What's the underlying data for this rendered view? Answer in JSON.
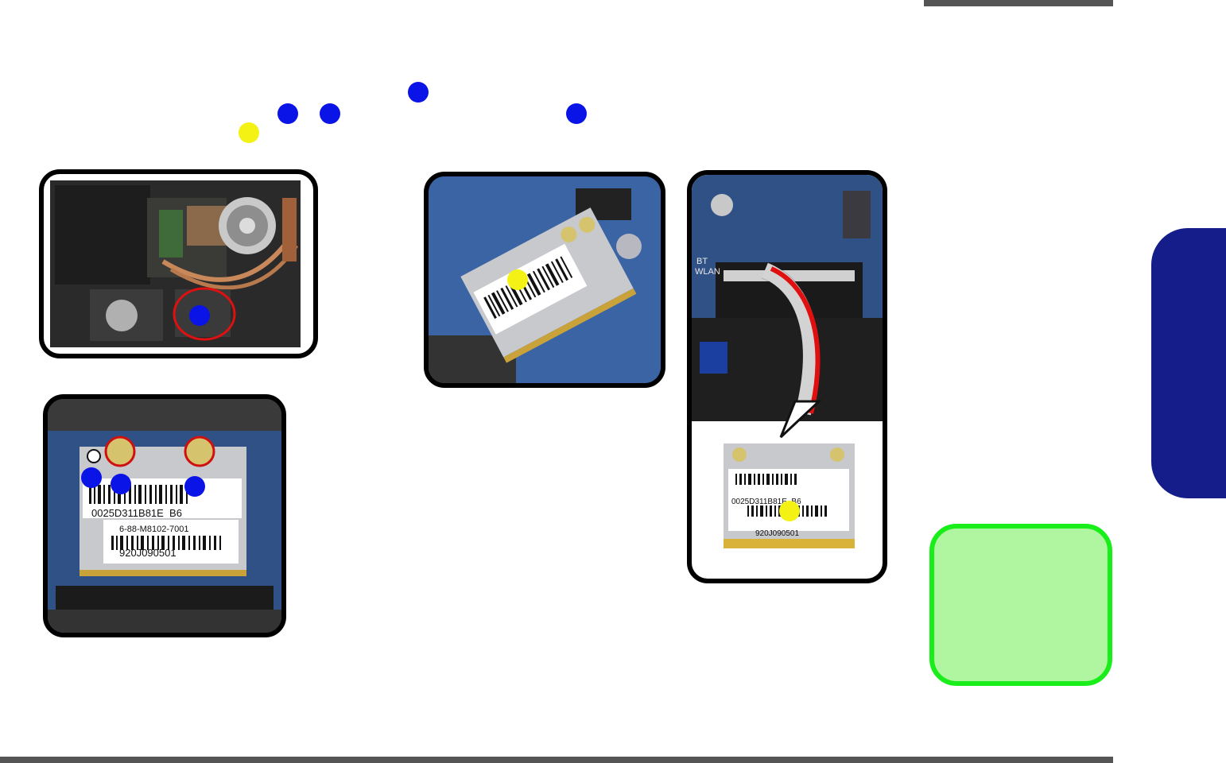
{
  "colors": {
    "blue_marker": "#0a14e6",
    "yellow_marker": "#f3f214",
    "header_bar": "#555555",
    "side_tab": "#141d8a",
    "note_border": "#1aee1a",
    "note_fill": "#b0f5a0"
  },
  "figures": {
    "card_labels": {
      "serial": "0025D311B81E  B6",
      "part": "6-88-M8102-7001",
      "lot": "920J090501"
    },
    "board_labels": {
      "bt_wlan_1": "BT",
      "bt_wlan_2": "WLAN"
    }
  }
}
